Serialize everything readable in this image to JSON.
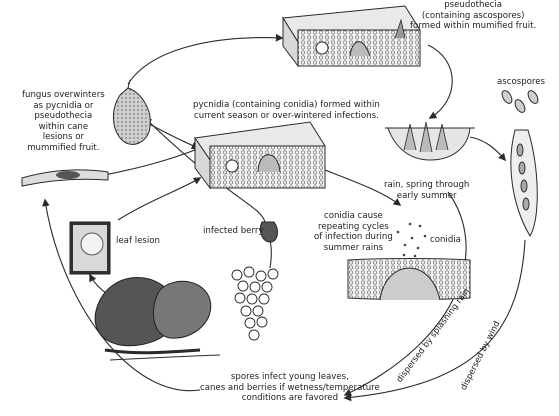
{
  "labels": {
    "pseudothecia": "pseudothecia\n(containing ascospores)\nformed within mumified fruit.",
    "ascospores": "ascospores",
    "overwinter": "fungus overwinters\nas pycnidia or\npseudothecia\nwithin cane\nlesions or\nmummified fruit.",
    "pycnidia": "pycnidia (containing conidia) formed within\ncurrent season or over-wintered infections.",
    "rain": "rain, spring through\nearly summer",
    "leaf_lesion": "leaf lesion",
    "infected_berry": "infected berry",
    "conidia_cycles": "conidia cause\nrepeating cycles\nof infection during\nsummer rains",
    "conidia": "conidia",
    "spores_infect": "spores infect young leaves,\ncanes and berries if wetness/temperature\nconditions are favored",
    "splash": "dispersed by splashing rain",
    "wind": "dispersed by wind"
  },
  "colors": {
    "ink": "#2a2a2a",
    "fill": "#e4e4e4",
    "dark": "#555555"
  }
}
